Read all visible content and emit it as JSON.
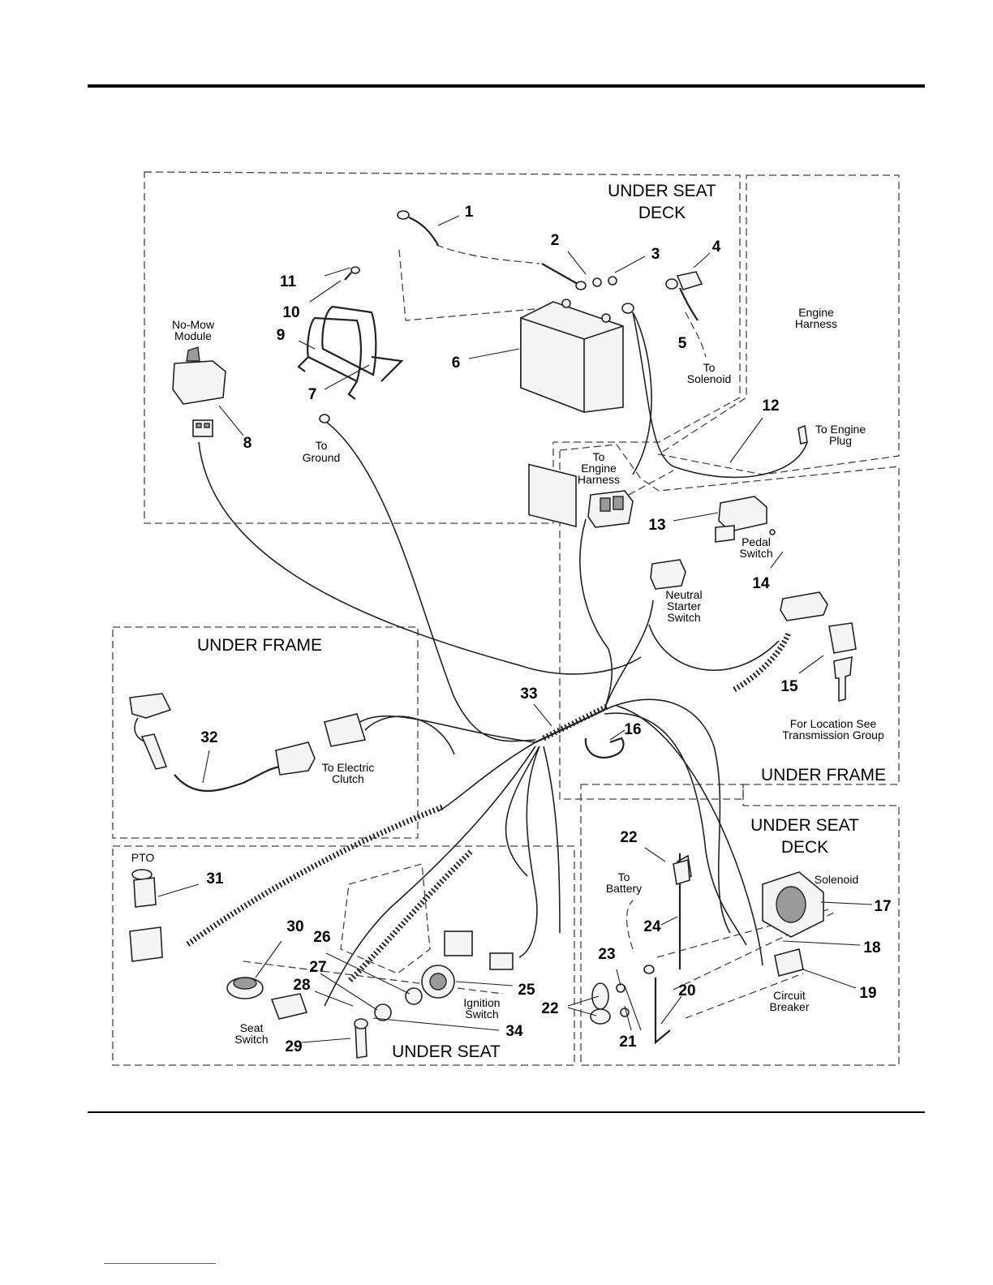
{
  "sections": {
    "under_seat_deck_top": [
      "UNDER SEAT",
      "DECK"
    ],
    "under_frame_left": "UNDER FRAME",
    "under_frame_right": "UNDER FRAME",
    "under_seat_deck_right": [
      "UNDER SEAT",
      "DECK"
    ],
    "under_seat": "UNDER SEAT"
  },
  "callouts": [
    "1",
    "2",
    "3",
    "4",
    "5",
    "6",
    "7",
    "8",
    "9",
    "10",
    "11",
    "12",
    "13",
    "14",
    "15",
    "16",
    "17",
    "18",
    "19",
    "20",
    "21",
    "22",
    "22",
    "23",
    "24",
    "25",
    "26",
    "27",
    "28",
    "29",
    "30",
    "31",
    "32",
    "33",
    "34"
  ],
  "labels": {
    "no_mow_module": [
      "No-Mow",
      "Module"
    ],
    "to_ground": [
      "To",
      "Ground"
    ],
    "to_solenoid": [
      "To",
      "Solenoid"
    ],
    "engine_harness": [
      "Engine",
      "Harness"
    ],
    "to_engine_plug": [
      "To Engine",
      "Plug"
    ],
    "to_engine_harness": [
      "To",
      "Engine",
      "Harness"
    ],
    "pedal_switch": [
      "Pedal",
      "Switch"
    ],
    "neutral_starter_switch": [
      "Neutral",
      "Starter",
      "Switch"
    ],
    "for_location": [
      "For Location See",
      "Transmission Group"
    ],
    "to_electric_clutch": [
      "To Electric",
      "Clutch"
    ],
    "pto": "PTO",
    "seat_switch": [
      "Seat",
      "Switch"
    ],
    "ignition_switch": [
      "Ignition",
      "Switch"
    ],
    "to_battery": [
      "To",
      "Battery"
    ],
    "solenoid": "Solenoid",
    "circuit_breaker": [
      "Circuit",
      "Breaker"
    ]
  }
}
